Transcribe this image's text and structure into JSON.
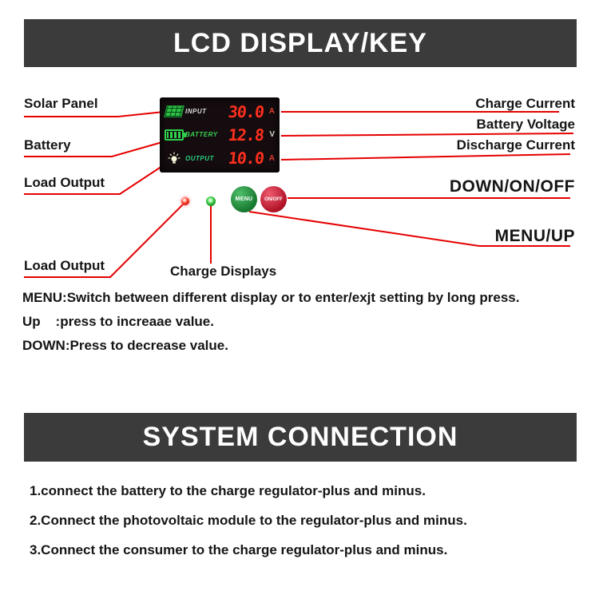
{
  "colors": {
    "banner_bg": "#3b3b3b",
    "banner_text": "#ffffff",
    "connector_red": "#e60000",
    "lcd_bg": "#140c0e",
    "digit_red": "#ff2f1e",
    "icon_green": "#2fd14d",
    "menu_button_green": "#177930",
    "onoff_button_red": "#b01227",
    "led_red": "#ff2020",
    "led_green": "#2bbf3a"
  },
  "lcd_section": {
    "title": "LCD DISPLAY/KEY",
    "left_labels": {
      "solar_panel": "Solar Panel",
      "battery": "Battery",
      "load_output": "Load Output",
      "load_output_2": "Load Output"
    },
    "center_labels": {
      "charge_displays": "Charge Displays"
    },
    "right_labels": {
      "charge_current": "Charge Current",
      "battery_voltage": "Battery Voltage",
      "discharge_current": "Discharge Current",
      "down_on_off": "DOWN/ON/OFF",
      "menu_up": "MENU/UP"
    },
    "display": {
      "rows": [
        {
          "icon": "solar-panel-icon",
          "label": "INPUT",
          "value": "30.0",
          "unit": "A"
        },
        {
          "icon": "battery-icon",
          "label": "BATTERY",
          "value": "12.8",
          "unit": "V"
        },
        {
          "icon": "lamp-icon",
          "label": "OUTPUT",
          "value": "10.0",
          "unit": "A"
        }
      ]
    },
    "buttons": {
      "menu": "MENU",
      "on_off": "ON/OFF"
    },
    "notes": [
      "MENU:Switch between different display or to enter/exjt setting by long press.",
      "Up    :press to increaae value.",
      "DOWN:Press to decrease value."
    ]
  },
  "connection_section": {
    "title": "SYSTEM CONNECTION",
    "steps": [
      "1.connect the battery to the charge regulator-plus and minus.",
      "2.Connect the photovoltaic module to the regulator-plus and minus.",
      "3.Connect the consumer to the charge regulator-plus and minus."
    ]
  }
}
